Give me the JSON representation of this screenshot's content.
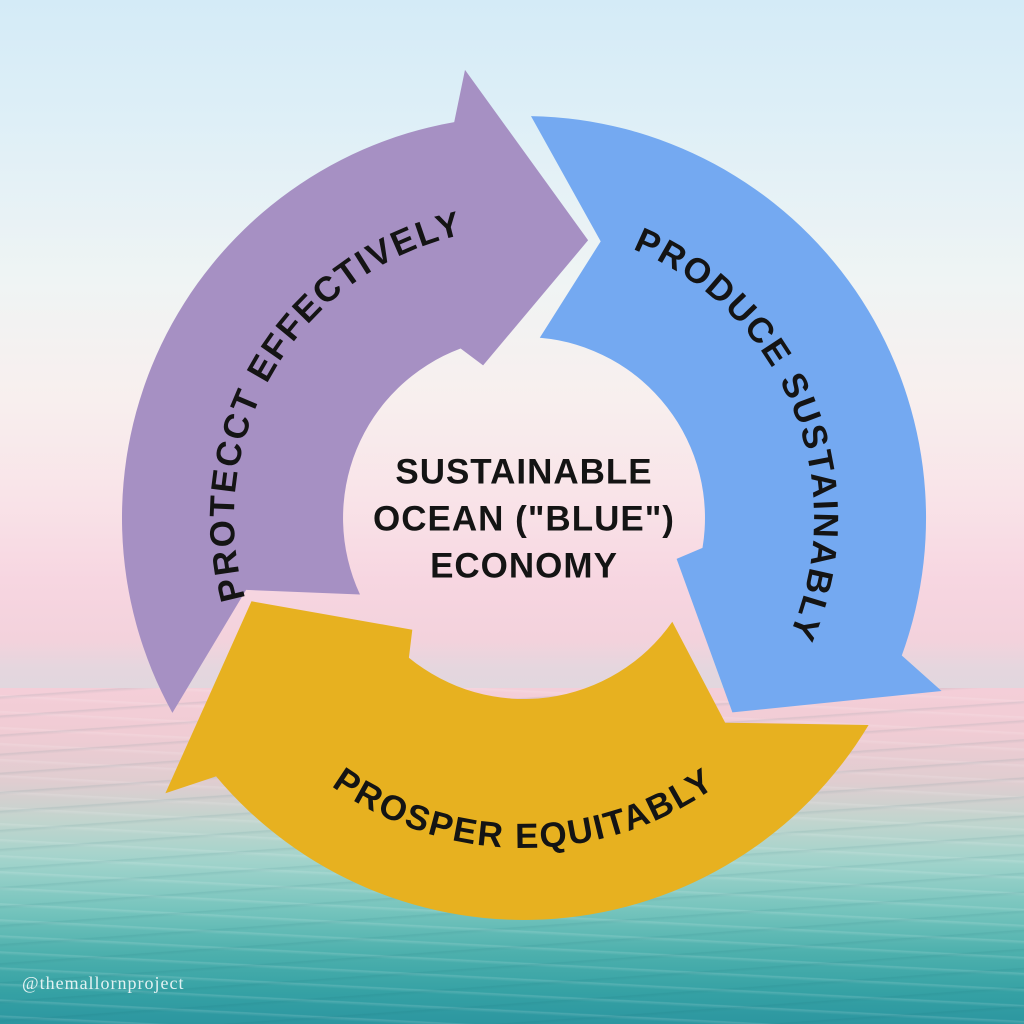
{
  "diagram": {
    "center_label_lines": [
      "SUSTAINABLE",
      "OCEAN (\"BLUE\")",
      "ECONOMY"
    ],
    "text_color": "#141414",
    "arrows": [
      {
        "id": "protect",
        "label": "PROTECCT EFFECTIVELY",
        "color": "#a690c3"
      },
      {
        "id": "produce",
        "label": "PRODUCE SUSTAINABLY",
        "color": "#74a9f1"
      },
      {
        "id": "prosper",
        "label": "PROSPER EQUITABLY",
        "color": "#e7b120"
      }
    ]
  },
  "background": {
    "sky_blue_top": "#d4ebf7",
    "sunset_pink": "#f7d6e1",
    "ocean_teal": "#2c96a0"
  },
  "watermark": "@themallornproject"
}
